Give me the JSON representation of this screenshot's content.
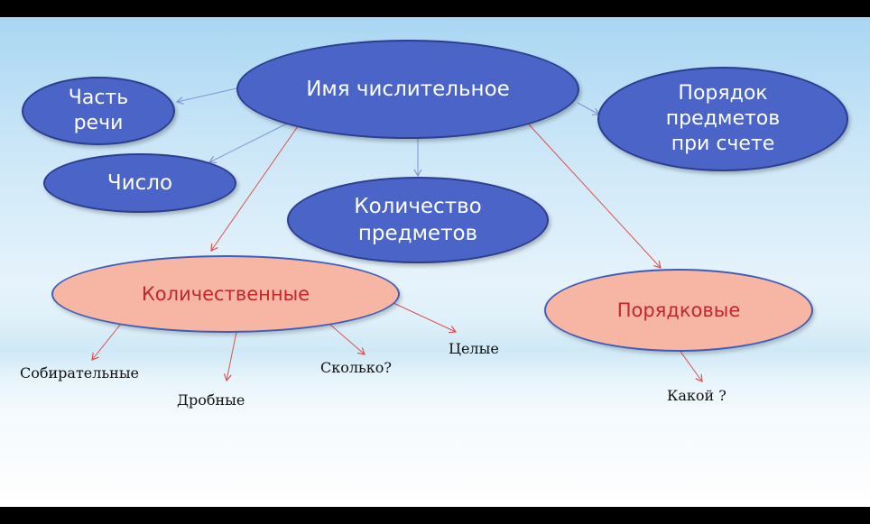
{
  "diagram": {
    "root": "Имя числительное",
    "nodes": {
      "part_of_speech": "Часть речи",
      "number": "Число",
      "quantity": "Количество предметов",
      "order": "Порядок предметов при счете",
      "cardinal": "Количественные",
      "ordinal": "Порядковые"
    },
    "leaves": {
      "collective": "Собирательные",
      "fractional": "Дробные",
      "how_many": "Сколько?",
      "whole": "Целые",
      "which": "Какой ?"
    }
  },
  "colors": {
    "blue_fill": "#4a64c8",
    "pink_fill": "#f7b5a4",
    "pink_text": "#c0282a",
    "blue_link": "#7f94cf",
    "red_link": "#d9534f"
  }
}
